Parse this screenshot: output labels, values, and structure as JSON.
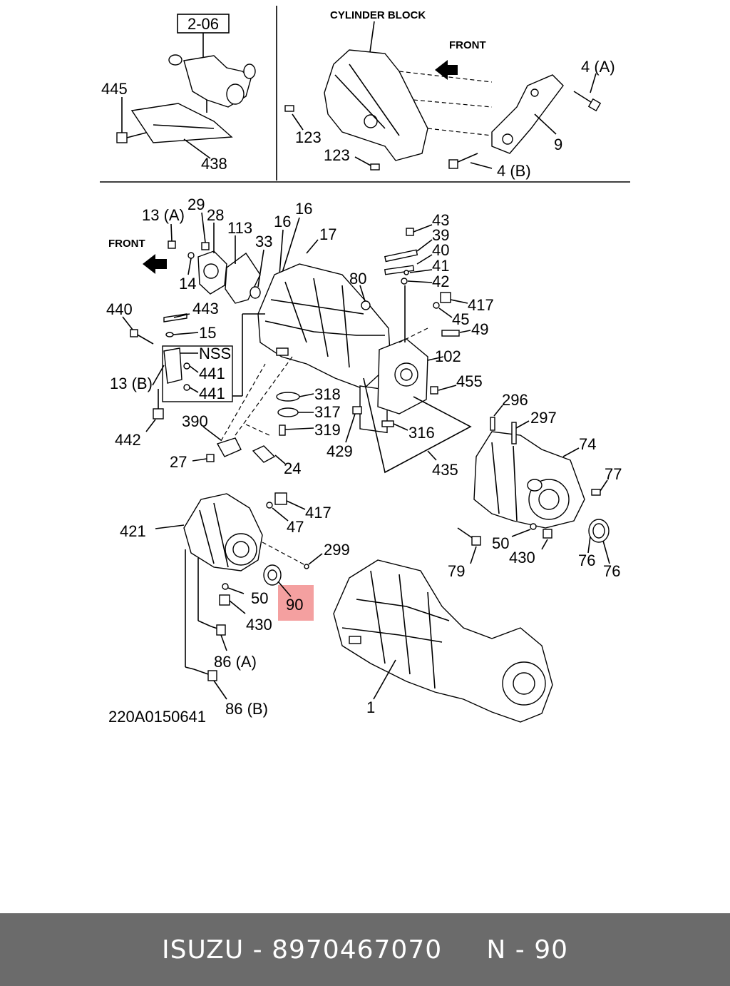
{
  "diagram": {
    "ref_box": "2-06",
    "header_cylinder_block": "CYLINDER BLOCK",
    "header_front_top": "FRONT",
    "header_front_main": "FRONT",
    "drawing_number": "220A0150641",
    "highlight_color": "#f4a0a0",
    "labels": {
      "l445": "445",
      "l438": "438",
      "l123a": "123",
      "l123b": "123",
      "l4a": "4 (A)",
      "l9": "9",
      "l4b": "4 (B)",
      "l13a": "13 (A)",
      "l29": "29",
      "l28": "28",
      "l113": "113",
      "l16a": "16",
      "l16b": "16",
      "l17": "17",
      "l33": "33",
      "l14": "14",
      "l43": "43",
      "l39": "39",
      "l40": "40",
      "l41": "41",
      "l42": "42",
      "l80": "80",
      "l417a": "417",
      "l45": "45",
      "l49": "49",
      "l440": "440",
      "l443": "443",
      "l15": "15",
      "lNSS": "NSS",
      "l441a": "441",
      "l441b": "441",
      "l13b": "13 (B)",
      "l442": "442",
      "l102": "102",
      "l455": "455",
      "l318": "318",
      "l317": "317",
      "l319": "319",
      "l316": "316",
      "l429": "429",
      "l435": "435",
      "l390": "390",
      "l27": "27",
      "l24": "24",
      "l296": "296",
      "l297": "297",
      "l74": "74",
      "l77": "77",
      "l50a": "50",
      "l430a": "430",
      "l79": "79",
      "l76a": "76",
      "l76b": "76",
      "l421": "421",
      "l417b": "417",
      "l47": "47",
      "l299": "299",
      "l50b": "50",
      "l430b": "430",
      "l90": "90",
      "l86a": "86 (A)",
      "l86b": "86 (B)",
      "l1": "1"
    }
  },
  "footer": {
    "brand": "ISUZU",
    "separator1": " - ",
    "part_number": "8970467070",
    "gap": "     ",
    "ref_code": "N",
    "separator2": " - ",
    "ref_number": "90"
  }
}
